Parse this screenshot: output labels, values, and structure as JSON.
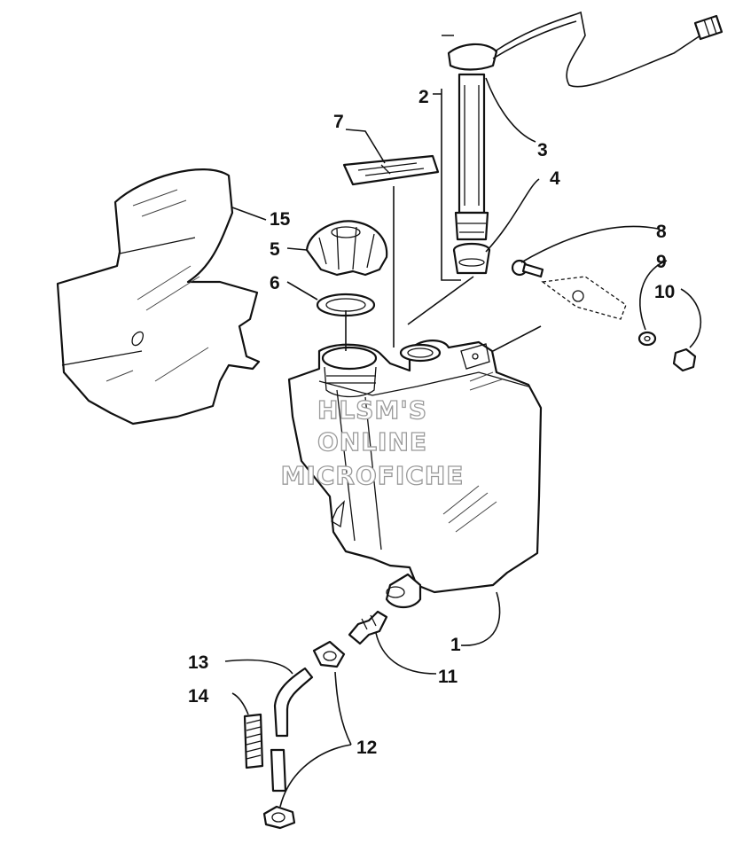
{
  "diagram": {
    "callouts": [
      {
        "id": "1",
        "label": "1"
      },
      {
        "id": "2",
        "label": "2"
      },
      {
        "id": "3",
        "label": "3"
      },
      {
        "id": "4",
        "label": "4"
      },
      {
        "id": "5",
        "label": "5"
      },
      {
        "id": "6",
        "label": "6"
      },
      {
        "id": "7",
        "label": "7"
      },
      {
        "id": "8",
        "label": "8"
      },
      {
        "id": "9",
        "label": "9"
      },
      {
        "id": "10",
        "label": "10"
      },
      {
        "id": "11",
        "label": "11"
      },
      {
        "id": "12",
        "label": "12"
      },
      {
        "id": "13",
        "label": "13"
      },
      {
        "id": "14",
        "label": "14"
      },
      {
        "id": "15",
        "label": "15"
      }
    ],
    "watermark": {
      "line1": "HLSM'S",
      "line2": "ONLINE",
      "line3": "MICROFICHE"
    }
  }
}
